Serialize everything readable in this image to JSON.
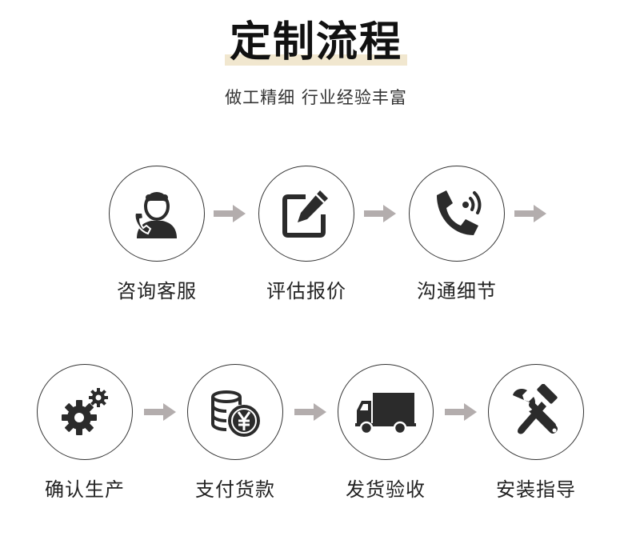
{
  "header": {
    "title": "定制流程",
    "subtitle": "做工精细 行业经验丰富"
  },
  "steps": [
    {
      "label": "咨询客服",
      "icon": "customer-service-icon"
    },
    {
      "label": "评估报价",
      "icon": "edit-icon"
    },
    {
      "label": "沟通细节",
      "icon": "phone-call-icon"
    },
    {
      "label": "确认生产",
      "icon": "gears-icon"
    },
    {
      "label": "支付货款",
      "icon": "coins-yen-icon"
    },
    {
      "label": "发货验收",
      "icon": "delivery-truck-icon"
    },
    {
      "label": "安装指导",
      "icon": "tools-icon"
    }
  ],
  "colors": {
    "accent_highlight": "#f1e7cf",
    "arrow": "#b3adad",
    "icon": "#2b2b2b"
  }
}
